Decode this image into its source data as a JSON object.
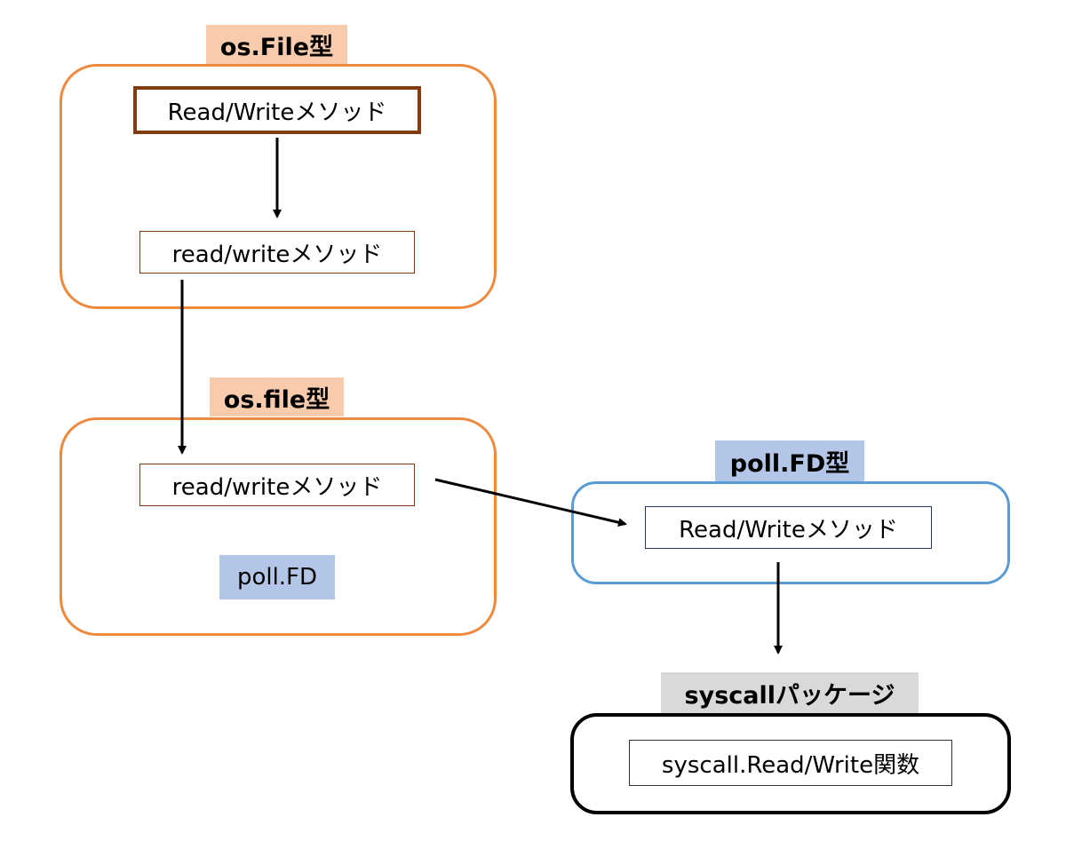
{
  "groups": {
    "os_File": {
      "title": "os.File型",
      "methods": {
        "outer": "Read/Writeメソッド",
        "inner": "read/writeメソッド"
      }
    },
    "os_file": {
      "title": "os.file型",
      "method": "read/writeメソッド",
      "field": "poll.FD"
    },
    "poll_FD": {
      "title": "poll.FD型",
      "method": "Read/Writeメソッド"
    },
    "syscall": {
      "title": "syscallパッケージ",
      "function": "syscall.Read/Write関数"
    }
  },
  "colors": {
    "os_container_border": "#ED8A3F",
    "os_label_fill": "#F8CBAD",
    "poll_container_border": "#5B9BD5",
    "poll_label_fill": "#B4C6E7",
    "syscall_label_fill": "#D9D9D9",
    "method_box_border": "#843C0C",
    "arrow": "#000000"
  }
}
